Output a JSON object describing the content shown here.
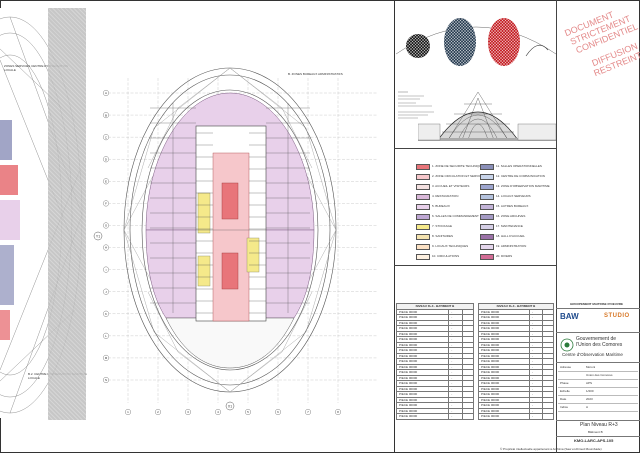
{
  "stamp": {
    "line1": "DOCUMENT",
    "line2": "STRICTEMENT",
    "line3": "CONFIDENTIEL",
    "line4": "DIFFUSION",
    "line5": "RESTREINTE"
  },
  "plan": {
    "zone_top_label": "B. ZONES BUREAUX ADMINISTRATIFS",
    "left_label_top": "ZONES SERVICES CENTRE D'OBSERVATION LOCALE",
    "left_label_bottom": "B.2. CENTRE D'OBSERVATION MARITIME LOCALE",
    "grid_rows": [
      "A",
      "B",
      "C",
      "D",
      "E",
      "F",
      "G",
      "H",
      "I",
      "J",
      "K",
      "L",
      "M",
      "N"
    ],
    "grid_cols": [
      "1",
      "2",
      "3",
      "4",
      "5",
      "6",
      "7",
      "8"
    ],
    "mid_marker": "Y1",
    "bottom_marker": "X1"
  },
  "legend": {
    "left": [
      {
        "label": "1. ZONE DE SECURITE TECHNIQUE",
        "color": "#e8757a"
      },
      {
        "label": "2. ZONE CIRCULATION ET SERVICE",
        "color": "#f6c7cb"
      },
      {
        "label": "3. ACCUEIL ET VISITEURS",
        "color": "#f3e0e0"
      },
      {
        "label": "4. RESTAURATION",
        "color": "#d9b8d9"
      },
      {
        "label": "5. BUREAUX",
        "color": "#e8d0ea"
      },
      {
        "label": "6. SALLES DE COMMANDEMENT",
        "color": "#bfa8d4"
      },
      {
        "label": "7. STOCKAGE",
        "color": "#f5e98a"
      },
      {
        "label": "8. SANITAIRES",
        "color": "#f4e3b0"
      },
      {
        "label": "9. LOCAUX TECHNIQUES",
        "color": "#fbe1c4"
      },
      {
        "label": "10. CIRCULATIONS",
        "color": "#fdf0e0"
      }
    ],
    "right": [
      {
        "label": "11. SALLES OPERATIONNELLES",
        "color": "#8a8fb8"
      },
      {
        "label": "12. CENTRE DE COMMUNICATION",
        "color": "#c8d4ea"
      },
      {
        "label": "13. ZONE D'OBSERVATION MARITIME",
        "color": "#9ea6cf"
      },
      {
        "label": "14. LOCAUX SERVEURS",
        "color": "#b5c3de"
      },
      {
        "label": "15. AUTRES BUREAUX",
        "color": "#c3b4d8"
      },
      {
        "label": "16. ZONE ARCHIVES",
        "color": "#a59bc5"
      },
      {
        "label": "17. MAINTENANCE",
        "color": "#d5cfe6"
      },
      {
        "label": "18. HALL D'ACCUEIL",
        "color": "#9b72a8"
      },
      {
        "label": "19. ADMINISTRATION",
        "color": "#e4d6ec"
      },
      {
        "label": "20. DIVERS",
        "color": "#d26c95"
      }
    ]
  },
  "tables": {
    "left": {
      "title": "NIVEAU R+3 - BATIMENT B",
      "rows": 20,
      "cell": "PIECE 00000"
    },
    "right": {
      "title": "NIVEAU R+3 - BATIMENT B",
      "rows": 20,
      "cell": "PIECE 00000"
    }
  },
  "titleblock": {
    "header": "GROUPEMENT MAITRISE D'OEUVRE",
    "firm_left": "BAW",
    "firm_right": "STUDIO",
    "client1": "Gouvernement de",
    "client2": "l'Union des Comores",
    "project": "Centre d'Observation Maritime",
    "rows": [
      {
        "k": "Adresse",
        "v": "Moroni"
      },
      {
        "k": "",
        "v": "Union des Comores"
      },
      {
        "k": "Phase",
        "v": "APS"
      },
      {
        "k": "Echelle",
        "v": "1/200"
      },
      {
        "k": "Date",
        "v": "2023"
      },
      {
        "k": "Indice",
        "v": "A"
      }
    ],
    "plan_title": "Plan Niveau R+3",
    "batiment": "Bâtiment B",
    "doc_code": "KMO-LARC-APS-105",
    "footer": "© Propriété intellectuelle appartenant à Archima (Saw et Ahmed Moumbade)"
  }
}
